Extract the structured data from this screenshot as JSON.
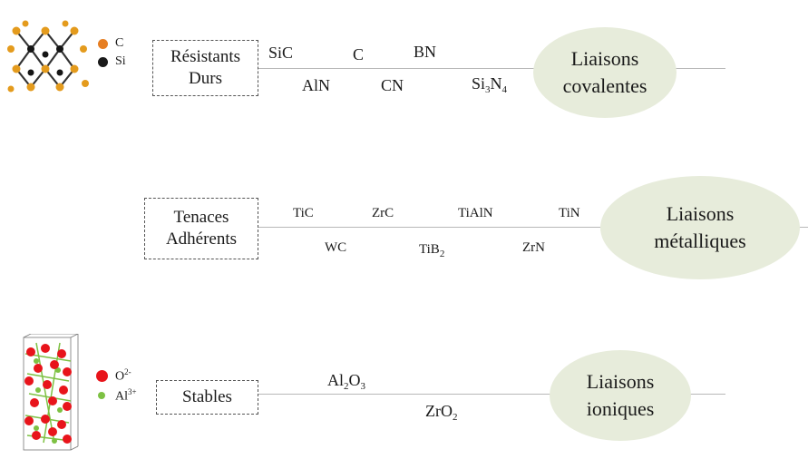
{
  "rows": [
    {
      "box_lines": [
        "Résistants",
        "Durs"
      ],
      "ellipse_lines": [
        "Liaisons",
        "covalentes"
      ],
      "materials_top": [
        "SiC",
        "C",
        "BN"
      ],
      "materials_bottom": [
        "AlN",
        "CN"
      ],
      "si3n4": {
        "base1": "Si",
        "sub1": "3",
        "base2": "N",
        "sub2": "4"
      }
    },
    {
      "box_lines": [
        "Tenaces",
        "Adhérents"
      ],
      "ellipse_lines": [
        "Liaisons",
        "métalliques"
      ],
      "materials_top": [
        "TiC",
        "ZrC",
        "TiAlN",
        "TiN"
      ],
      "materials_bottom": [
        "WC",
        "ZrN"
      ],
      "tib2": {
        "base": "TiB",
        "sub": "2"
      }
    },
    {
      "box_lines": [
        "Stables"
      ],
      "ellipse_lines": [
        "Liaisons",
        "ioniques"
      ],
      "al2o3": {
        "base1": "Al",
        "sub1": "2",
        "base2": "O",
        "sub2": "3"
      },
      "zro2": {
        "base": "ZrO",
        "sub": "2"
      }
    }
  ],
  "legend_top": [
    {
      "label": "C",
      "color": "#e67e22"
    },
    {
      "label": "Si",
      "color": "#1a1a1a"
    }
  ],
  "legend_bottom": [
    {
      "label": "O",
      "sup": "2-",
      "color": "#e8141b"
    },
    {
      "label": "Al",
      "sup": "3+",
      "color": "#7dc143"
    }
  ],
  "ellipse_color": "#e7ecdb"
}
